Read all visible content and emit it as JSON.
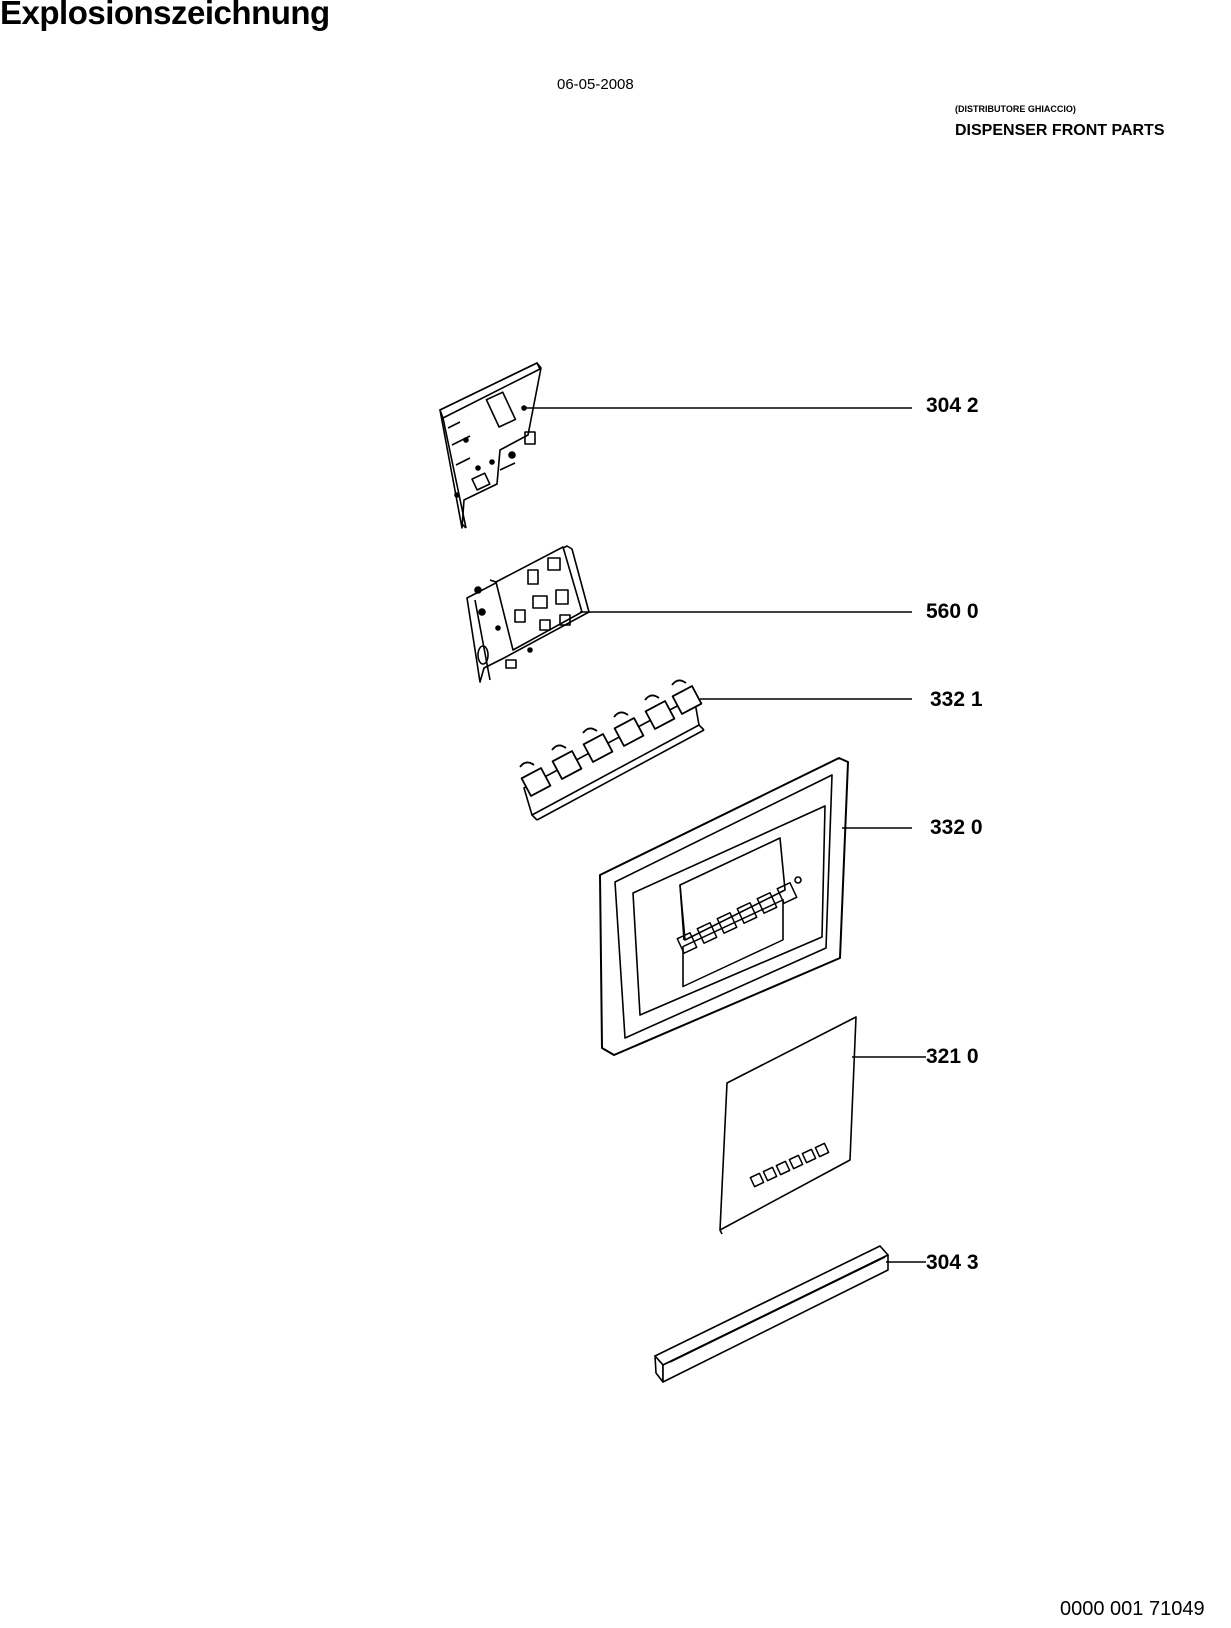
{
  "header": {
    "title": "Explosionszeichnung",
    "date": "06-05-2008",
    "subtitle_small": "(DISTRIBUTORE GHIACCIO)",
    "subtitle_main": "DISPENSER FRONT PARTS"
  },
  "parts": [
    {
      "label": "304 2"
    },
    {
      "label": "560 0"
    },
    {
      "label": "332 1"
    },
    {
      "label": "332 0"
    },
    {
      "label": "321 0"
    },
    {
      "label": "304 3"
    }
  ],
  "footer": {
    "doc_number": "0000 001 71049"
  }
}
